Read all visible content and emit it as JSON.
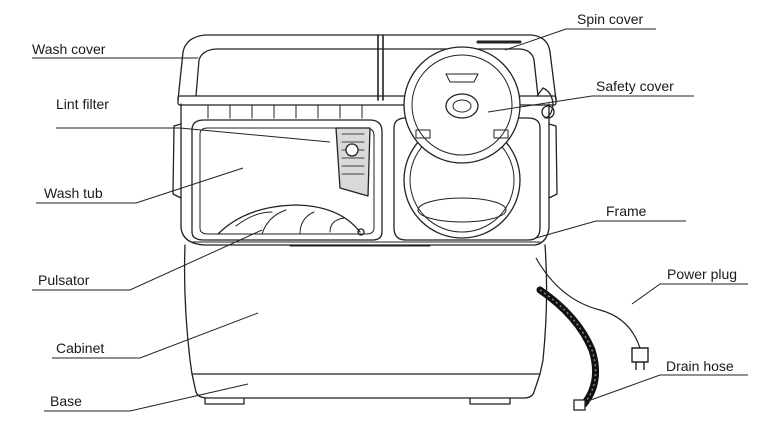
{
  "diagram": {
    "labels": {
      "wash_cover": "Wash cover",
      "lint_filter": "Lint filter",
      "wash_tub": "Wash tub",
      "pulsator": "Pulsator",
      "cabinet": "Cabinet",
      "base": "Base",
      "spin_cover": "Spin cover",
      "safety_cover": "Safety cover",
      "frame": "Frame",
      "power_plug": "Power plug",
      "drain_hose": "Drain hose"
    }
  }
}
